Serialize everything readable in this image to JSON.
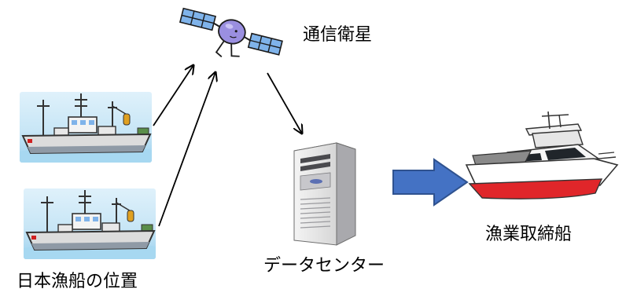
{
  "labels": {
    "satellite": "通信衛星",
    "data_center": "データセンター",
    "patrol_ship": "漁業取締船",
    "fishing_boat_position": "日本漁船の位置"
  },
  "colors": {
    "arrow_line": "#000000",
    "big_arrow": "#4472c4",
    "big_arrow_edge": "#2f528f",
    "satellite_body": "#9a8fe0",
    "solar_panel": "#7fb3ea",
    "ship_hull_red": "#e0262a",
    "sea": "#c8e6f6"
  },
  "icons": {
    "satellite": "satellite-icon",
    "fishing_boat": "fishing-boat-icon",
    "server": "server-icon",
    "patrol_ship": "patrol-ship-icon"
  }
}
